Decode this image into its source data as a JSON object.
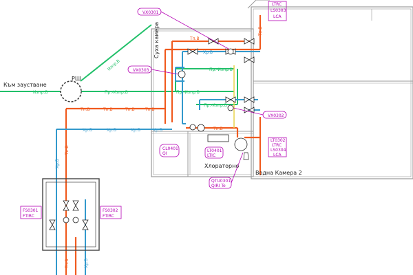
{
  "texts": {
    "to_sewer": "Към заустване",
    "rsh": "РШ",
    "dry_chamber": "Суха камера",
    "chlorinator": "Хлораторно",
    "water_chamber2": "Водна Камера 2",
    "tpv": "Тп.В",
    "hrv": "Хр.В",
    "pr_izpr": "Пр.-Изпр.В",
    "izpr": "Изпр.В",
    "pr_izpr_alt": "Пр.-Изпр.В"
  },
  "tags": {
    "vx0301": "VX0301",
    "vx0303": "VX0303",
    "vx0302": "VX0302",
    "ltrc": "LTRC",
    "ls0303": "LS0303",
    "lca_top": "LCA",
    "lt0302": "LT0302",
    "ltrc2": "LTRC",
    "ls0304": "LS0304",
    "lca2": "LCA",
    "cl0401": "CL0401",
    "qi": "QI",
    "lt0401": "LT0401",
    "ltic": "LTIC",
    "qtu0301": "QTU0301",
    "qiri_to": "QIRI To",
    "fs0301": "FS0301",
    "ftirc1": "FTIRC",
    "fs0302": "FS0302",
    "ftirc2": "FTIRC"
  },
  "colors": {
    "hot": "#f05a1e",
    "cold": "#3399cc",
    "green": "#22c06a",
    "tag": "#b400b4",
    "wall": "#888888"
  }
}
